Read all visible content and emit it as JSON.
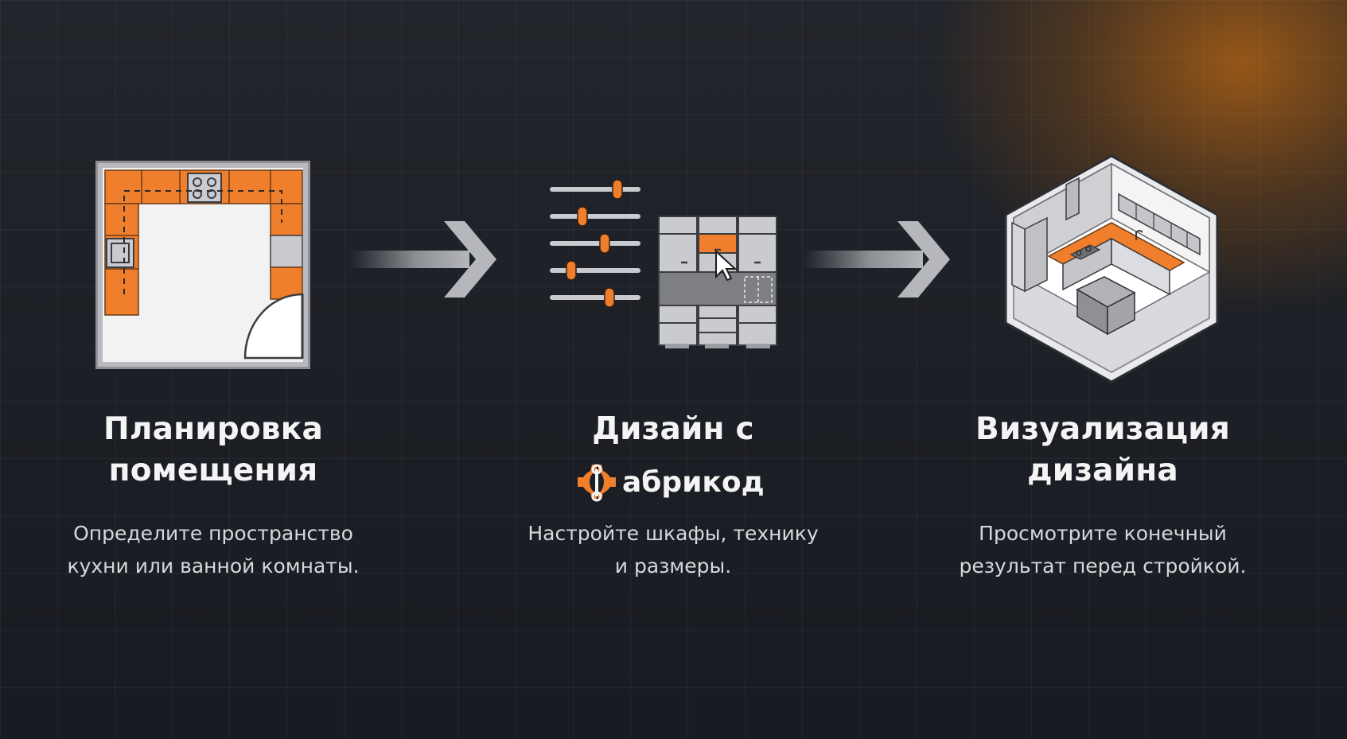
{
  "steps": [
    {
      "title_line1": "Планировка",
      "title_line2": "помещения",
      "desc_line1": "Определите пространство",
      "desc_line2": "кухни или ванной комнаты.",
      "icon": "floor-plan-icon"
    },
    {
      "title_line1": "Дизайн с",
      "logo_text": "абрикод",
      "desc_line1": "Настройте шкафы, технику",
      "desc_line2": "и размеры.",
      "icon": "cabinet-configurator-icon"
    },
    {
      "title_line1": "Визуализация",
      "title_line2": "дизайна",
      "desc_line1": "Просмотрите конечный",
      "desc_line2": "результат перед стройкой.",
      "icon": "isometric-kitchen-icon"
    }
  ],
  "colors": {
    "accent": "#f07f2d",
    "background": "#1b1e24",
    "glow": "#b0651c",
    "text": "#f4f4f4",
    "muted_text": "#d6d8dc"
  }
}
